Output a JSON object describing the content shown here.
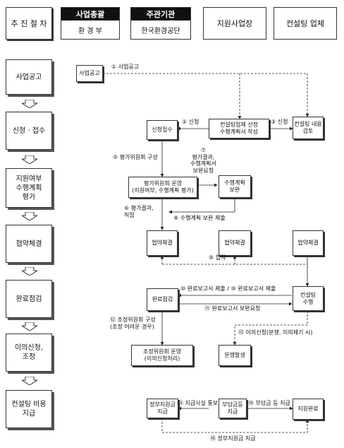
{
  "header": {
    "procedure": "추 진 절 차",
    "overall": {
      "title": "사업총괄",
      "value": "환 경 부"
    },
    "agency": {
      "title": "주관기관",
      "value": "한국환경공단"
    },
    "site": "지원사업장",
    "consultant": "컨설팅 업체"
  },
  "steps": [
    "사업공고",
    "신청 · 접수",
    "지원여부\n수행계획\n평가",
    "협약체결",
    "완료점검",
    "이의신청,\n조정",
    "컨설팅 비용\n지급"
  ],
  "nodes": {
    "announce": "사업공고",
    "select_plan": "컨설팅업체 선정\n수행계획서 작성",
    "review": "컨설팅 내용\n검토",
    "accept": "신청접수",
    "eval_committee": "평가위원회 운영\n(지원여부, 수행계획 평가)",
    "plan_supplement": "수행계획\n보완",
    "agree_agency": "협약체결",
    "agree_site": "협약체결",
    "agree_consultant": "협약체결",
    "completion_check": "완료점검",
    "consult_exec": "컨설팅\n수행",
    "mediation": "조정위원회 운영\n(이의신청처리)",
    "dispute": "분쟁발생",
    "gov_pay": "정부지원금\n지급",
    "self_pay": "부담금등\n지급",
    "pay_done": "지원완료"
  },
  "labels": {
    "l1": "① 사업공고",
    "l2": "② 신청",
    "l3": "③ 신청",
    "l4": "⑤ 평가위원회 구성",
    "l5": "⑦\n평가결과,\n수행계획서\n보완요청",
    "l6": "⑥ 평가결과,\n직접",
    "l7": "⑧ 수행계획 보완 제출",
    "l8": "⑨ 협약",
    "l9": "⑩ 완료보고서 제출 / ⑩ 완료보고서 제출",
    "l10": "⑪ 완료보고서 보완요청",
    "l11": "⑫ 조정위원회 구성\n(조정 어려운 경우)",
    "l12": "⑬ 이의신청(분쟁, 이의제기 시)",
    "l13": "⑮ 지급사실 통보",
    "l14": "⑭ 부담금 등 지급",
    "l15": "⑯ 정부지원금 지급"
  }
}
